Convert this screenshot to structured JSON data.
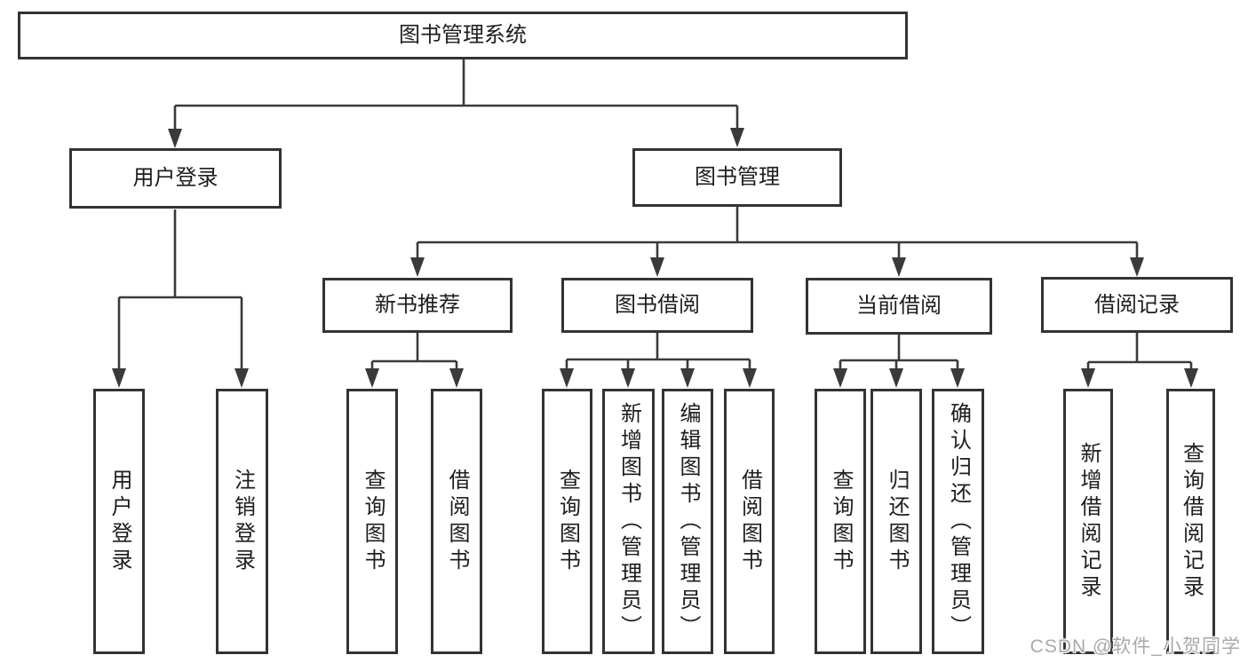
{
  "diagram": {
    "root": {
      "label": "图书管理系统"
    },
    "branches": [
      {
        "label": "用户登录",
        "children": [
          {
            "label": "用户登录"
          },
          {
            "label": "注销登录"
          }
        ]
      },
      {
        "label": "图书管理",
        "children": [
          {
            "label": "新书推荐",
            "children": [
              {
                "label": "查询图书"
              },
              {
                "label": "借阅图书"
              }
            ]
          },
          {
            "label": "图书借阅",
            "children": [
              {
                "label": "查询图书"
              },
              {
                "label": "新增图书（管理员）"
              },
              {
                "label": "编辑图书（管理员）"
              },
              {
                "label": "借阅图书"
              }
            ]
          },
          {
            "label": "当前借阅",
            "children": [
              {
                "label": "查询图书"
              },
              {
                "label": "归还图书"
              },
              {
                "label": "确认归还（管理员）"
              }
            ]
          },
          {
            "label": "借阅记录",
            "children": [
              {
                "label": "新增借阅记录"
              },
              {
                "label": "查询借阅记录"
              }
            ]
          }
        ]
      }
    ]
  },
  "watermark": {
    "text": "CSDN @软件_小贺同学"
  },
  "colors": {
    "line": "#3a3a3a",
    "box_border": "#333333",
    "box_fill": "#ffffff",
    "text": "#1d1d1d",
    "watermark": "#a9a9a9",
    "background": "#ffffff"
  }
}
